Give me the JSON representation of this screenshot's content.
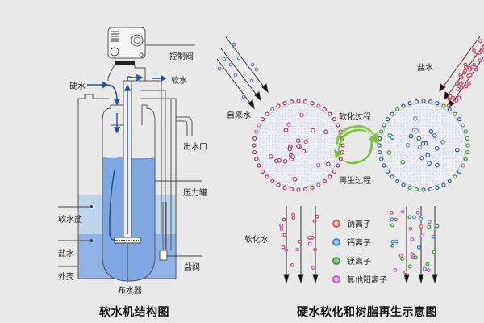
{
  "left_diagram": {
    "title": "软水机结构图",
    "labels": {
      "control_valve": "控制阀",
      "hard_water": "硬水",
      "soft_water": "软水",
      "outlet": "出水口",
      "pressure_tank": "压力罐",
      "softener_salt": "软水盐",
      "brine": "盐水",
      "shell": "外壳",
      "brine_valve": "盐阀",
      "distributor": "布水器"
    }
  },
  "right_diagram": {
    "title": "硬水软化和树脂再生示意图",
    "labels": {
      "tap_water": "自来水",
      "softened_water": "软化水",
      "brine": "盐水",
      "softening_process": "软化过程",
      "regeneration_process": "再生过程"
    },
    "legend": [
      {
        "label": "钠离子",
        "color": "#d9605f"
      },
      {
        "label": "钙离子",
        "color": "#3f8fd6"
      },
      {
        "label": "镁离子",
        "color": "#3f9a3f"
      },
      {
        "label": "其他阳离子",
        "color": "#c060c0"
      }
    ]
  },
  "colors": {
    "water_dark": "#7ea6e0",
    "water_light": "#bcd6ee",
    "flow_arrow": "#2a4f9a",
    "cycle_green": "#7cc437"
  }
}
